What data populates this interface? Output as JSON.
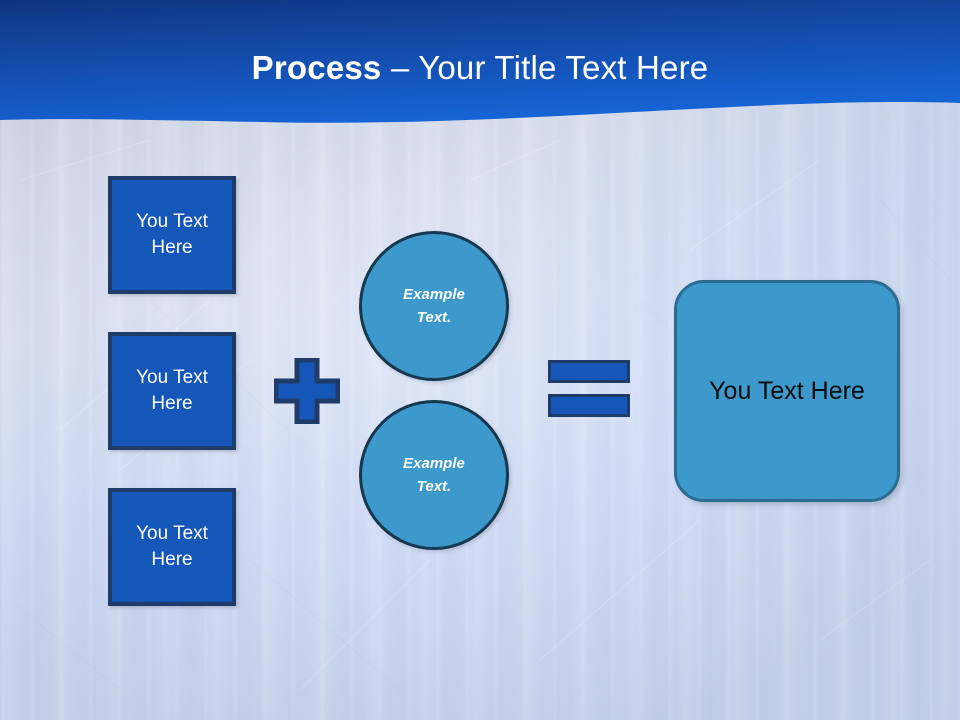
{
  "slide": {
    "header": {
      "title_strong": "Process",
      "title_separator": " – ",
      "title_rest": "Your Title Text Here",
      "banner_color_top": "#123A8C",
      "banner_color_bottom": "#1560D0"
    },
    "theme": {
      "box_fill": "#1457B8",
      "box_border": "#1F3B68",
      "accent_fill": "#3D99CB",
      "accent_border": "#15384F",
      "result_border": "#2A6C90",
      "background": "#CCD8F0"
    },
    "inputs": [
      {
        "label": "You Text\nHere",
        "line1": "You Text",
        "line2": "Here"
      },
      {
        "label": "You Text\nHere",
        "line1": "You Text",
        "line2": "Here"
      },
      {
        "label": "You Text\nHere",
        "line1": "You Text",
        "line2": "Here"
      }
    ],
    "operators": {
      "plus": "+",
      "equals": "="
    },
    "modifiers": [
      {
        "line1": "Example",
        "line2": "Text."
      },
      {
        "line1": "Example",
        "line2": "Text."
      }
    ],
    "result": {
      "label": "You Text Here"
    }
  }
}
